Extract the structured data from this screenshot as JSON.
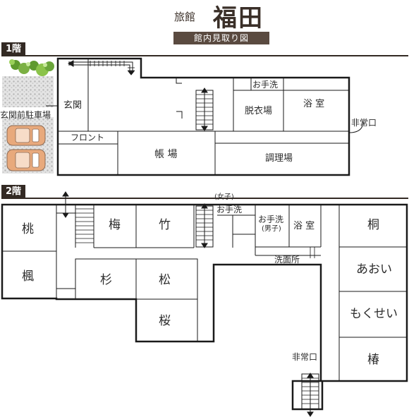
{
  "header": {
    "inn_label": "旅館",
    "inn_name": "福田",
    "subtitle": "館内見取り図"
  },
  "floor1": {
    "tag": "1階",
    "rooms": {
      "entrance": "玄関",
      "entrance_parking": "玄関前駐車場",
      "front": "フロント",
      "office": "帳 場",
      "kitchen": "調理場",
      "toilet": "お手洗",
      "dressing": "脱衣場",
      "bath": "浴 室",
      "emergency_exit": "非常口"
    }
  },
  "floor2": {
    "tag": "2階",
    "rooms": {
      "momo": "桃",
      "kaede": "楓",
      "ume": "梅",
      "take": "竹",
      "sugi": "杉",
      "matsu": "松",
      "sakura": "桜",
      "toilet_women_note": "(女子)",
      "toilet_women": "お手洗",
      "toilet_men": "お手洗",
      "toilet_men_note": "(男子)",
      "bath": "浴 室",
      "washroom": "洗面所",
      "kiri": "桐",
      "aoi": "あおい",
      "mokusei": "もくせい",
      "tsubaki": "椿",
      "emergency_exit": "非常口"
    }
  },
  "colors": {
    "brand": "#332a24",
    "banner": "#5a4a40",
    "wall": "#1a1a1a"
  },
  "icons": {
    "hedge": "hedge-icon",
    "gravel": "gravel-icon",
    "car": "car-icon",
    "stairs": "stairs-icon"
  }
}
